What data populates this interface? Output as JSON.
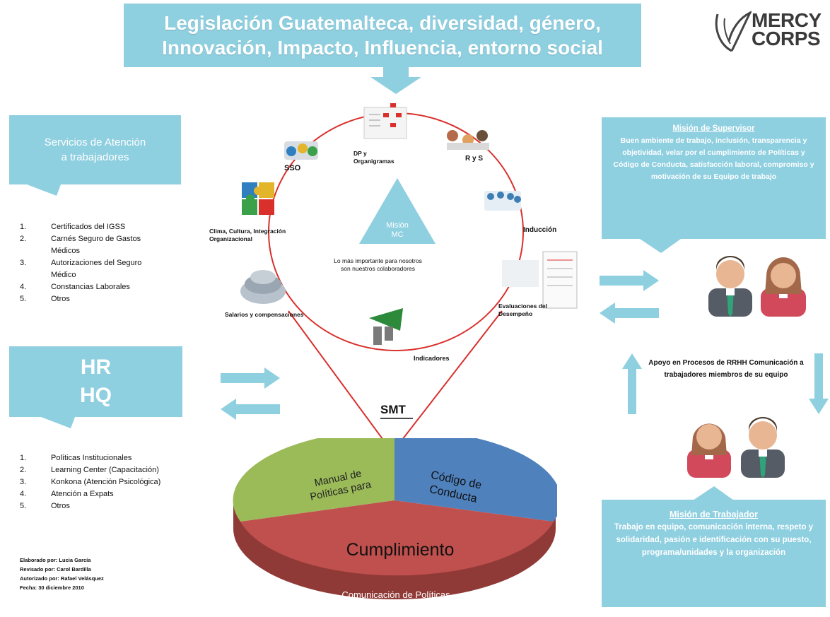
{
  "title": {
    "line1": "Legislación Guatemalteca, diversidad, género,",
    "line2": "Innovación, Impacto, Influencia, entorno social"
  },
  "logo": {
    "line1": "MERCY",
    "line2": "CORPS"
  },
  "services_box": {
    "line1": "Servicios de Atención",
    "line2": "a trabajadores"
  },
  "services_list": [
    {
      "num": "1.",
      "text": "Certificados del IGSS"
    },
    {
      "num": "2.",
      "text": "Carnés Seguro de Gastos Médicos"
    },
    {
      "num": "3.",
      "text": "Autorizaciones del Seguro Médico"
    },
    {
      "num": "4.",
      "text": "Constancias Laborales"
    },
    {
      "num": "5.",
      "text": "Otros"
    }
  ],
  "hr_box": {
    "line1": "HR",
    "line2": "HQ"
  },
  "hr_list": [
    {
      "num": "1.",
      "text": "Políticas Institucionales"
    },
    {
      "num": "2.",
      "text": "Learning Center (Capacitación)"
    },
    {
      "num": "3.",
      "text": "Konkona (Atención Psicológica)"
    },
    {
      "num": "4.",
      "text": "Atención a Expats"
    },
    {
      "num": "5.",
      "text": "Otros"
    }
  ],
  "credits": [
    "Elaborado por: Lucia García",
    "Revisado por: Carol Bardilla",
    "Autorizado por: Rafael Velásquez",
    "Fecha: 30 diciembre 2010"
  ],
  "cycle_labels": {
    "sso": "SSO",
    "dp": "DP y Organigramas",
    "rys": "R y S",
    "clima": "Clima, Cultura, Integración Organizacional",
    "induccion": "Inducción",
    "salarios": "Salarios y compensaciones",
    "evaluaciones": "Evaluaciones del Desempeño",
    "indicadores": "Indicadores"
  },
  "center": {
    "triangle_line1": "Misión",
    "triangle_line2": "MC",
    "caption": "Lo más importante para nosotros son nuestros colaboradores"
  },
  "smt_label": "SMT",
  "pie": {
    "slice_green": "Manual de Políticas para",
    "slice_blue": "Código de Conducta",
    "slice_red": "Cumplimiento",
    "bottom": "Comunicación de Políticas"
  },
  "supervisor": {
    "heading": "Misión de Supervisor",
    "body": "Buen ambiente de trabajo, inclusión, transparencia y objetividad, velar por el cumplimiento de Políticas y Código de Conducta, satisfacción laboral, compromiso y motivación de su Equipo de trabajo"
  },
  "support_text": "Apoyo en Procesos de RRHH Comunicación a trabajadores miembros de su equipo",
  "worker": {
    "heading": "Misión de Trabajador",
    "body": "Trabajo en equipo, comunicación interna, respeto y solidaridad, pasión e identificación con su puesto, programa/unidades y la organización"
  },
  "colors": {
    "callout": "#8ecfe0",
    "pie_green": "#9bbb59",
    "pie_blue": "#4f81bd",
    "pie_red": "#c0504d",
    "ring": "#d9302c"
  }
}
